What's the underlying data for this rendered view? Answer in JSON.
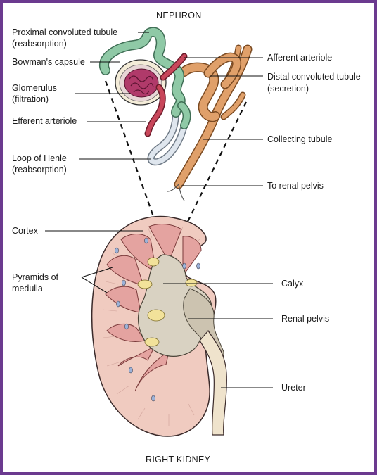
{
  "titles": {
    "top": "NEPHRON",
    "bottom": "RIGHT KIDNEY"
  },
  "labels": {
    "proximal_1": "Proximal convoluted tubule",
    "proximal_2": "(reabsorption)",
    "bowmans": "Bowman's capsule",
    "glomerulus_1": "Glomerulus",
    "glomerulus_2": "(filtration)",
    "efferent": "Efferent arteriole",
    "loop_1": "Loop of Henle",
    "loop_2": "(reabsorption)",
    "afferent": "Afferent arteriole",
    "distal_1": "Distal convoluted tubule",
    "distal_2": "(secretion)",
    "collecting": "Collecting tubule",
    "renal_pelvis_to": "To renal pelvis",
    "cortex": "Cortex",
    "pyramids_1": "Pyramids of",
    "pyramids_2": "medulla",
    "calyx": "Calyx",
    "renal_pelvis": "Renal pelvis",
    "ureter": "Ureter"
  },
  "colors": {
    "border": "#6b3a8f",
    "proximal_tubule": "#8fc9a6",
    "distal_tubule": "#e0a06a",
    "arteriole": "#c8465a",
    "glomerulus": "#b03a6a",
    "loop": "#dfe6ee",
    "kidney_cortex": "#f0cbc0",
    "pyramid": "#e4a3a0",
    "pelvis": "#d9d2c2",
    "ureter": "#efe3cc"
  }
}
